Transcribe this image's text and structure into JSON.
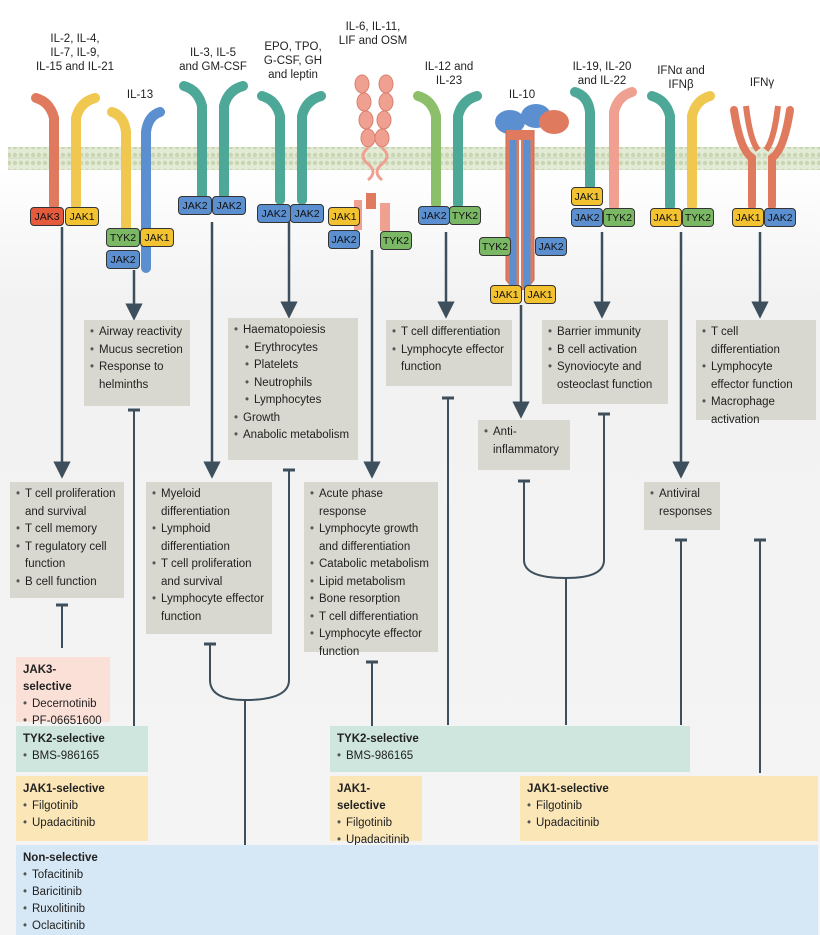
{
  "cytokines": {
    "c1": "IL-2, IL-4,\nIL-7, IL-9,\nIL-15 and IL-21",
    "c2": "IL-13",
    "c3": "IL-3, IL-5\nand GM-CSF",
    "c4": "EPO, TPO,\nG-CSF, GH\nand leptin",
    "c5": "IL-6, IL-11,\nLIF and OSM",
    "c6": "IL-12 and\nIL-23",
    "c7": "IL-10",
    "c8": "IL-19, IL-20\nand IL-22",
    "c9": "IFNα and\nIFNβ",
    "c10": "IFNγ"
  },
  "kinases": {
    "jak1": "JAK1",
    "jak2": "JAK2",
    "jak3": "JAK3",
    "tyk2": "TYK2"
  },
  "effects": {
    "il13": [
      "Airway reactivity",
      "Mucus secretion",
      "Response to helminths"
    ],
    "epo_title": "Haematopoiesis",
    "epo_sub": [
      "Erythrocytes",
      "Platelets",
      "Neutrophils",
      "Lymphocytes"
    ],
    "epo": [
      "Growth",
      "Anabolic metabolism"
    ],
    "il12": [
      "T cell differentiation",
      "Lymphocyte effector function"
    ],
    "il19": [
      "Barrier immunity",
      "B cell activation",
      "Synoviocyte and osteoclast function"
    ],
    "ifng": [
      "T cell differentiation",
      "Lymphocyte effector function",
      "Macrophage activation"
    ],
    "il10": [
      "Anti-inflammatory"
    ],
    "il2": [
      "T cell proliferation and survival",
      "T cell memory",
      "T regulatory cell function",
      "B cell function"
    ],
    "il3": [
      "Myeloid differentiation",
      "Lymphoid differentiation",
      "T cell proliferation and survival",
      "Lymphocyte effector function"
    ],
    "il6": [
      "Acute phase response",
      "Lymphocyte growth and differentiation",
      "Catabolic metabolism",
      "Lipid metabolism",
      "Bone resorption",
      "T cell differentiation",
      "Lymphocyte effector function"
    ],
    "ifna": [
      "Antiviral responses"
    ]
  },
  "drugs": {
    "jak3": {
      "title": "JAK3-selective",
      "items": [
        "Decernotinib",
        "PF-06651600"
      ]
    },
    "tyk2_left": {
      "title": "TYK2-selective",
      "items": [
        "BMS-986165"
      ]
    },
    "tyk2_mid": {
      "title": "TYK2-selective",
      "items": [
        "BMS-986165"
      ]
    },
    "jak1_left": {
      "title": "JAK1-selective",
      "items": [
        "Filgotinib",
        "Upadacitinib"
      ]
    },
    "jak1_mid": {
      "title": "JAK1-selective",
      "items": [
        "Filgotinib",
        "Upadacitinib"
      ]
    },
    "jak1_right": {
      "title": "JAK1-selective",
      "items": [
        "Filgotinib",
        "Upadacitinib"
      ]
    },
    "nonsel": {
      "title": "Non-selective",
      "items": [
        "Tofacitinib",
        "Baricitinib",
        "Ruxolitinib",
        "Oclacitinib"
      ]
    }
  },
  "colors": {
    "membrane": "#c9d6b2",
    "receptor_red": "#e07a5f",
    "receptor_yellow": "#f0c850",
    "receptor_teal": "#4ea897",
    "receptor_green": "#8cbf6a",
    "receptor_blue": "#5b8fcf",
    "receptor_salmon": "#f0a090",
    "effect_box": "#d8d8d0",
    "jak3_bg": "#fbe0d8",
    "tyk2_bg": "#cfe6df",
    "jak1_bg": "#fbe6b8",
    "nonsel_bg": "#d6e8f5",
    "arrow": "#3d4f5c"
  }
}
